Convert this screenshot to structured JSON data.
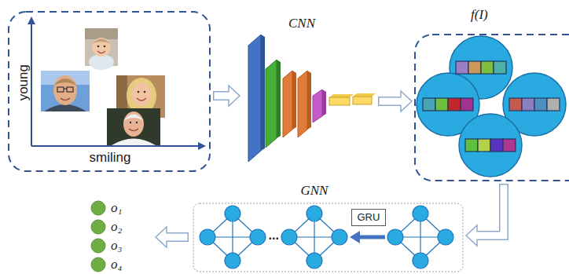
{
  "diagram": {
    "nodes": [
      {
        "text": [
          "young",
          "smiling"
        ]
      },
      {
        "text": [
          "CNN"
        ]
      },
      {
        "text": [
          "f(I)"
        ]
      },
      {
        "text": [
          "GNN"
        ]
      },
      {
        "text": [
          "GRU"
        ],
        "in": 3
      }
    ],
    "edges": [
      {
        "from": 0,
        "to": 1,
        "arrow": "to"
      },
      {
        "from": 1,
        "to": 2,
        "arrow": "to"
      },
      {
        "from": 2,
        "to": 3,
        "arrow": "to"
      }
    ],
    "labels": [
      "...",
      "o₁",
      "o₂",
      "o₃",
      "o₄"
    ]
  }
}
